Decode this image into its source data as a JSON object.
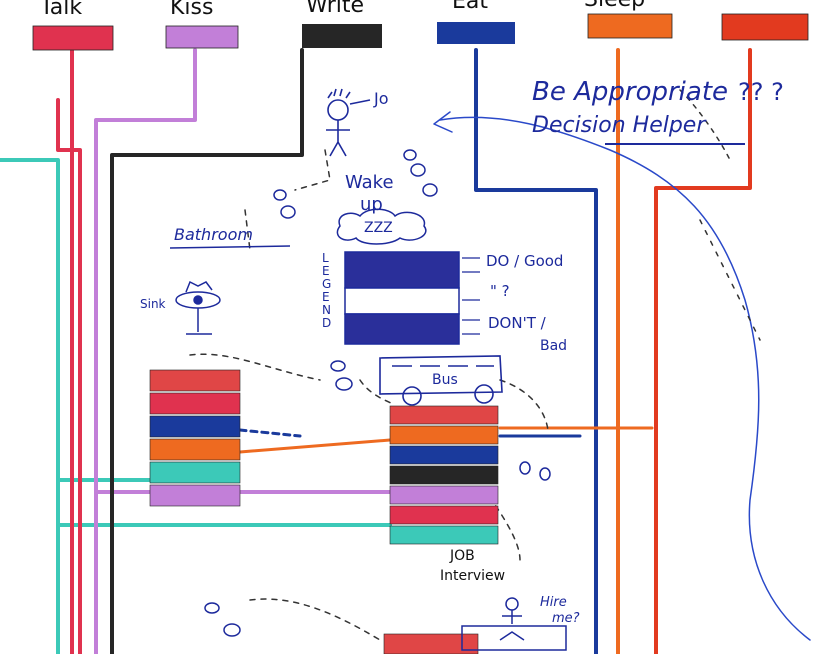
{
  "actions": [
    {
      "id": "talk",
      "label": "Talk",
      "color": "#e0324f"
    },
    {
      "id": "kiss",
      "label": "Kiss",
      "color": "#c27fd8"
    },
    {
      "id": "write",
      "label": "Write",
      "color": "#262626"
    },
    {
      "id": "eat",
      "label": "Eat",
      "color": "#1a3a9c"
    },
    {
      "id": "sleep",
      "label": "Sleep",
      "color": "#ee6a20"
    },
    {
      "id": "other",
      "label": "",
      "color": "#e23a1f"
    }
  ],
  "title_line1": "Be Appropriate",
  "title_marks": "?? ?",
  "title_line2": "Decision Helper",
  "character_name": "Jo",
  "wake_up_line1": "Wake",
  "wake_up_line2": "up",
  "zzz": "ZZZ",
  "bathroom_label": "Bathroom",
  "sink_label": "Sink",
  "legend_vertical": "LEGEND",
  "legend": {
    "good": "DO / Good",
    "neutral": "\" ?",
    "bad_line1": "DON'T /",
    "bad_line2": "Bad",
    "colors": [
      "#2a2f9a",
      "#ffffff",
      "#2a2f9a"
    ]
  },
  "bus_label": "Bus",
  "job_interview_line1": "JOB",
  "job_interview_line2": "Interview",
  "hire_me_line1": "Hire",
  "hire_me_line2": "me?",
  "bathroom_stack": [
    "#e04646",
    "#e0324f",
    "#1a3a9c",
    "#ee6a20",
    "#3cc9b8",
    "#c27fd8"
  ],
  "bus_stack": [
    "#e04646",
    "#ee6a20",
    "#1a3a9c",
    "#262626",
    "#c27fd8",
    "#e0324f",
    "#3cc9b8"
  ],
  "colors": {
    "teal": "#3cc9b8",
    "pink": "#e0324f",
    "violet": "#c27fd8",
    "black": "#262626",
    "blue": "#1a3a9c",
    "orange": "#ee6a20",
    "red": "#e23a1f",
    "ink": "#1d2a9c"
  }
}
